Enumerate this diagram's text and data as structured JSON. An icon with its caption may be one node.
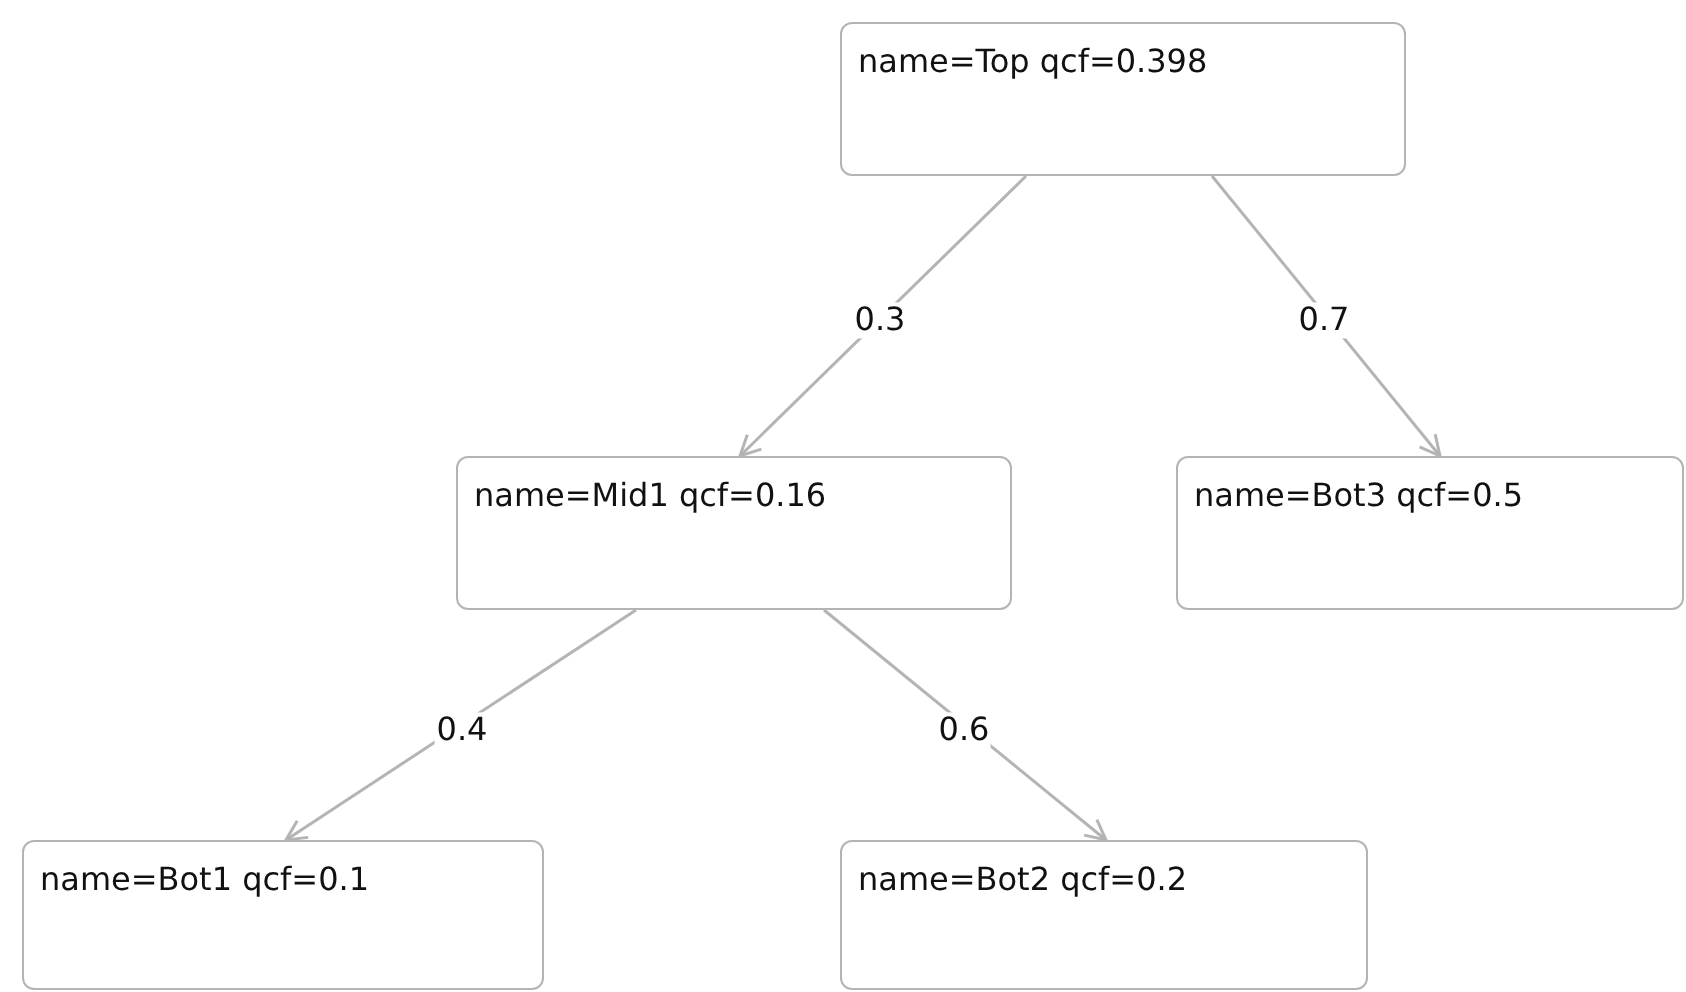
{
  "diagram": {
    "nodes": [
      {
        "text": [
          "name=Top qcf=0.398"
        ]
      },
      {
        "text": [
          "name=Mid1 qcf=0.16"
        ]
      },
      {
        "text": [
          "name=Bot3 qcf=0.5"
        ]
      },
      {
        "text": [
          "name=Bot1 qcf=0.1"
        ]
      },
      {
        "text": [
          "name=Bot2 qcf=0.2"
        ]
      }
    ],
    "edges": [
      {
        "from": 0,
        "to": 1,
        "arrow": "to",
        "label": "0.3"
      },
      {
        "from": 0,
        "to": 2,
        "arrow": "to",
        "label": "0.7"
      },
      {
        "from": 1,
        "to": 3,
        "arrow": "to",
        "label": "0.4"
      },
      {
        "from": 1,
        "to": 4,
        "arrow": "to",
        "label": "0.6"
      }
    ]
  }
}
